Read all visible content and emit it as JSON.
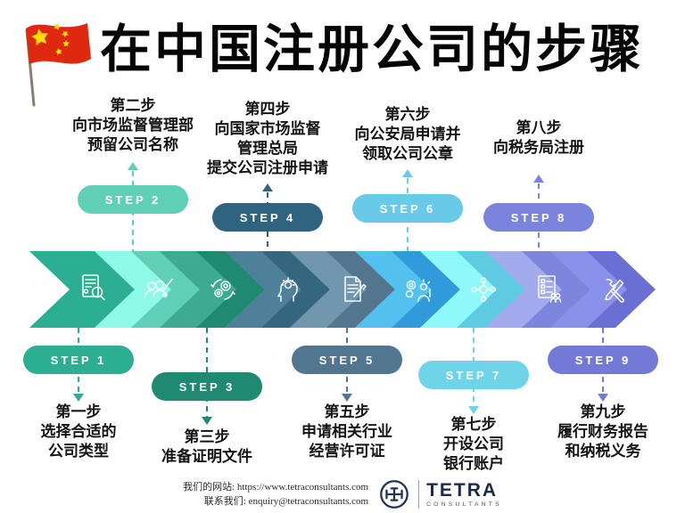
{
  "header": {
    "title": "在中国注册公司的步骤",
    "flag": "china-flag"
  },
  "steps": [
    {
      "pill": "STEP 1",
      "color": "#2BAE92",
      "lines": [
        "第一步",
        "选择合适的",
        "公司类型"
      ]
    },
    {
      "pill": "STEP 2",
      "color": "#5FCFB6",
      "lines": [
        "第二步",
        "向市场监督管理部",
        "预留公司名称"
      ]
    },
    {
      "pill": "STEP 3",
      "color": "#1F8A71",
      "lines": [
        "第三步",
        "准备证明文件"
      ]
    },
    {
      "pill": "STEP 4",
      "color": "#2F6480",
      "lines": [
        "第四步",
        "向国家市场监督",
        "管理总局",
        "提交公司注册申请"
      ]
    },
    {
      "pill": "STEP 5",
      "color": "#527690",
      "lines": [
        "第五步",
        "申请相关行业",
        "经营许可证"
      ]
    },
    {
      "pill": "STEP 6",
      "color": "#68C9E8",
      "lines": [
        "第六步",
        "向公安局申请并",
        "领取公司公章"
      ]
    },
    {
      "pill": "STEP 7",
      "color": "#6FD4E8",
      "lines": [
        "第七步",
        "开设公司",
        "银行账户"
      ]
    },
    {
      "pill": "STEP 8",
      "color": "#7B84DC",
      "lines": [
        "第八步",
        "向税务局注册"
      ]
    },
    {
      "pill": "STEP 9",
      "color": "#7379D6",
      "lines": [
        "第九步",
        "履行财务报告",
        "和纳税义务"
      ]
    }
  ],
  "band": {
    "segments": [
      {
        "icon": "document-search",
        "color": "#2BAE92"
      },
      {
        "icon": "team-edit",
        "color": "#5FCFB6"
      },
      {
        "icon": "gears-process",
        "color": "#1F8A71"
      },
      {
        "icon": "idea-head",
        "color": "#35667F"
      },
      {
        "icon": "document-pencil",
        "color": "#53768E"
      },
      {
        "icon": "innovation-gears-person",
        "color": "#2F9BDB"
      },
      {
        "icon": "network-hub",
        "color": "#5FCBE2"
      },
      {
        "icon": "checklist-people",
        "color": "#7D85DD"
      },
      {
        "icon": "tools",
        "color": "#6A70D3"
      }
    ]
  },
  "footer": {
    "website_label": "我们的网站:",
    "website_url": "https://www.tetraconsultants.com",
    "contact_label": "联系我们:",
    "contact_email": "enquiry@tetraconsultants.com",
    "brand_name": "TETRA",
    "brand_sub": "CONSULTANTS"
  },
  "colors": {
    "flag_red": "#DE2910",
    "flag_star": "#FFDE00",
    "brand_navy": "#1b2a4a"
  }
}
